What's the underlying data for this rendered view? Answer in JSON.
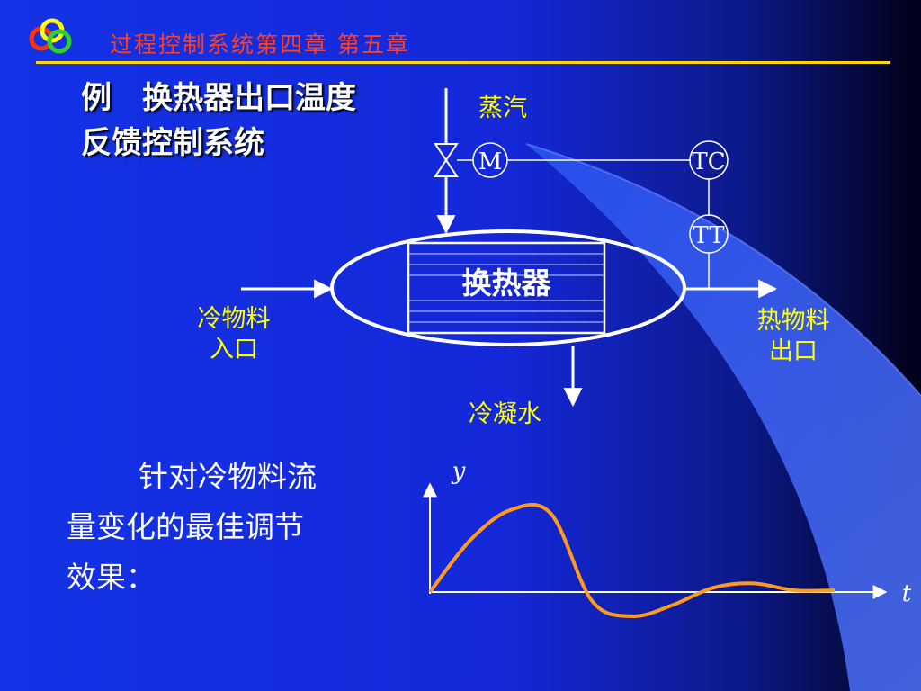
{
  "header": {
    "title": "过程控制系统第四章 第五章",
    "logo_icon": "three-rings-logo-icon",
    "colors": {
      "title": "#ff4020",
      "rule": "#ffd700",
      "ring_red": "#ff3300",
      "ring_yellow": "#ffff00",
      "ring_green": "#33cc33"
    }
  },
  "slide": {
    "title": "例　换热器出口温度反馈控制系统",
    "description": "针对冷物料流量变化的最佳调节效果："
  },
  "diagram": {
    "steam_label": "蒸汽",
    "motor_label": "M",
    "controller_label": "TC",
    "transmitter_label": "TT",
    "exchanger_label": "换热器",
    "cold_inlet_label_1": "冷物料",
    "cold_inlet_label_2": "入口",
    "hot_outlet_label_1": "热物料",
    "hot_outlet_label_2": "出口",
    "condensate_label": "冷凝水"
  },
  "chart_data": {
    "type": "line",
    "xlabel": "t",
    "ylabel": "y",
    "series": [
      {
        "x": [
          0,
          1,
          2,
          3,
          4,
          5,
          6,
          7,
          8,
          9,
          10
        ],
        "y": [
          0,
          0.6,
          0.95,
          0.9,
          -0.1,
          -0.28,
          -0.15,
          0.05,
          0.1,
          0.02,
          0.02
        ]
      }
    ],
    "xlim": [
      0,
      12
    ],
    "ylim": [
      -0.5,
      1.3
    ],
    "line_color": "#ff9a1e",
    "axis_color": "#ffffff"
  },
  "theme": {
    "text_color": "#ffffff",
    "highlight_color": "#ffff00",
    "background_dark": "#000030",
    "background_blue": "#1428dc"
  }
}
